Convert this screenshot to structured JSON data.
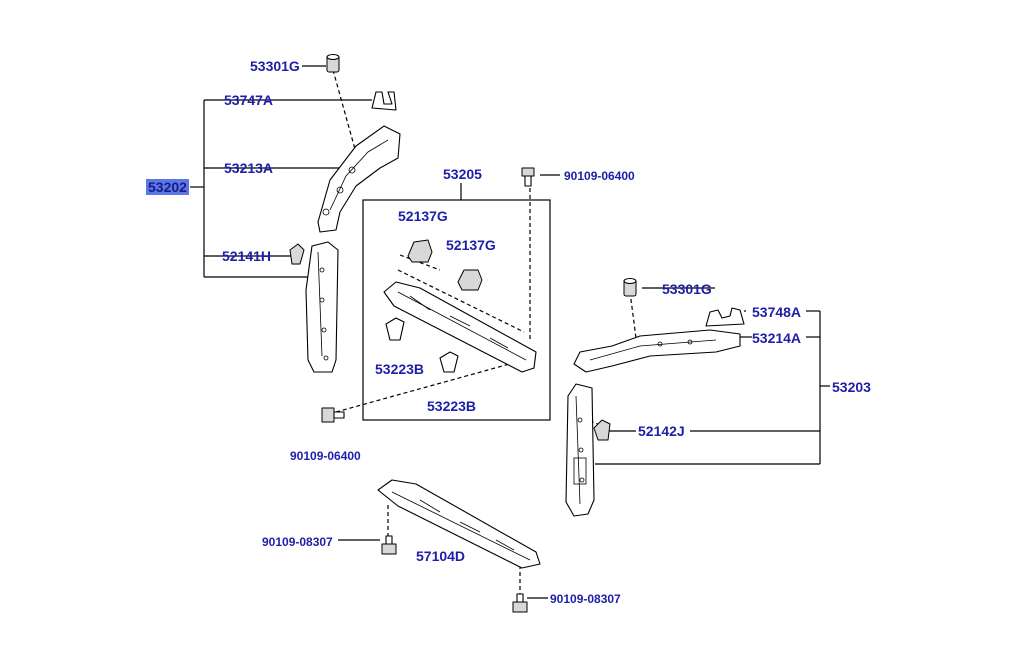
{
  "labels": {
    "p53301G_top": "53301G",
    "p53747A": "53747A",
    "p53213A": "53213A",
    "p53202": "53202",
    "p52141H": "52141H",
    "p53205": "53205",
    "p90109_06400_top": "90109-06400",
    "p52137G_a": "52137G",
    "p52137G_b": "52137G",
    "p53223B_a": "53223B",
    "p53223B_b": "53223B",
    "p53301G_right": "53301G",
    "p53748A": "53748A",
    "p53214A": "53214A",
    "p53203": "53203",
    "p52142J": "52142J",
    "p90109_06400_bottom": "90109-06400",
    "p90109_08307_left": "90109-08307",
    "p57104D": "57104D",
    "p90109_08307_bottom": "90109-08307"
  },
  "colors": {
    "label": "#1e1ea8",
    "highlight": "#5b78e6",
    "line": "#000000"
  }
}
